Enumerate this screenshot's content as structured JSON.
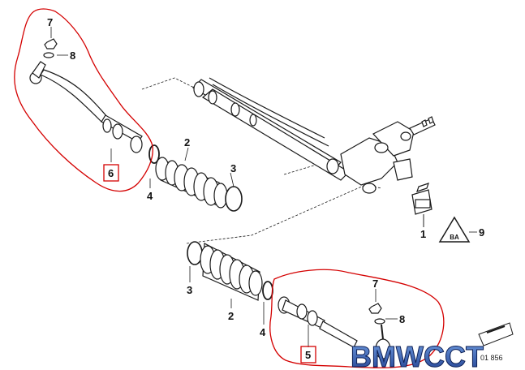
{
  "callouts": {
    "c1": "1",
    "c2_upper": "2",
    "c2_lower": "2",
    "c3_upper": "3",
    "c3_lower": "3",
    "c4_upper": "4",
    "c4_lower": "4",
    "c5": "5",
    "c6": "6",
    "c7_upper": "7",
    "c7_lower": "7",
    "c8_upper": "8",
    "c8_lower": "8",
    "c9": "9"
  },
  "warning_symbol_text": "BA",
  "catalog_number": "01 856",
  "watermark": "BMWCCT",
  "colors": {
    "markup_red": "#d40000",
    "line_art": "#1a1a1a",
    "watermark_fill": "#1f4fa8"
  }
}
